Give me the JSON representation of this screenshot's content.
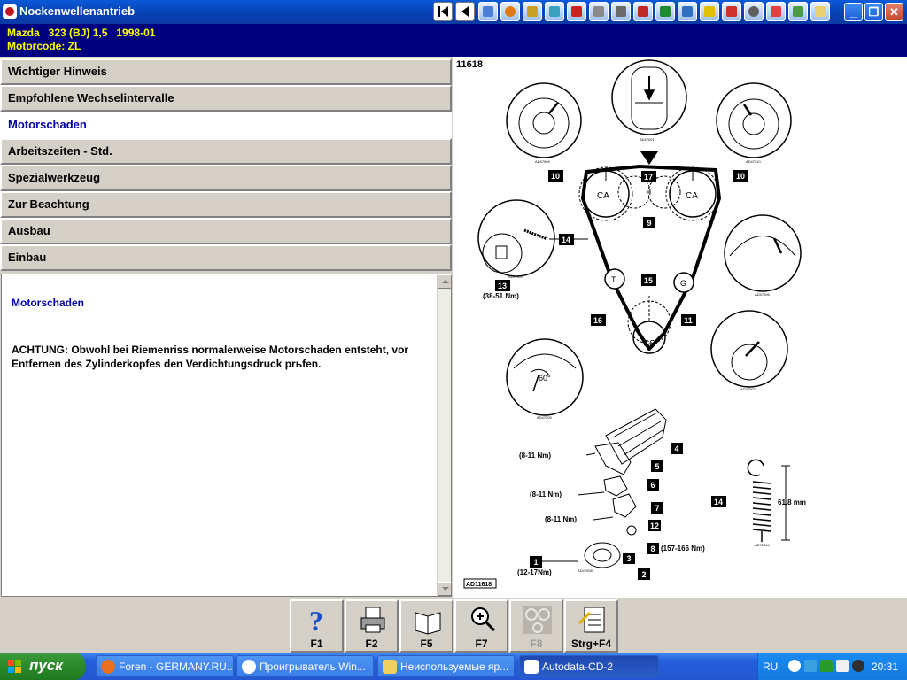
{
  "window": {
    "title": "Nockenwellenantrieb"
  },
  "vehicle": {
    "line1": "Mazda   323 (BJ) 1,5   1998-01",
    "line2": "Motorcode: ZL"
  },
  "menu": {
    "items": [
      {
        "label": "Wichtiger Hinweis"
      },
      {
        "label": "Empfohlene Wechselintervalle"
      },
      {
        "label": "Motorschaden"
      },
      {
        "label": "Arbeitszeiten - Std."
      },
      {
        "label": "Spezialwerkzeug"
      },
      {
        "label": "Zur Beachtung"
      },
      {
        "label": "Ausbau"
      },
      {
        "label": "Einbau"
      }
    ],
    "active_index": 2
  },
  "content": {
    "heading": "Motorschaden",
    "body": "ACHTUNG: Obwohl bei Riemenriss normalerweise Motorschaden entsteht, vor Entfernen des Zylinderkopfes den Verdichtungsdruck prьfen."
  },
  "diagram": {
    "number": "11618",
    "ref": "AD11618",
    "sprocket_labels": {
      "cam_left": "CA",
      "cam_right": "CA",
      "crank": "CS",
      "tensioner": "T",
      "idler": "G"
    },
    "callouts": {
      "c10": "10",
      "c17": "17",
      "c9": "9",
      "c14": "14",
      "c13": "13",
      "c15": "15",
      "c16": "16",
      "c11": "11",
      "c4": "4",
      "c5": "5",
      "c6": "6",
      "c7": "7",
      "c12": "12",
      "c8": "8",
      "c3": "3",
      "c2": "2",
      "c1": "1"
    },
    "torques": {
      "tensioner": "(38-51 Nm)",
      "cover_upper": "(8-11 Nm)",
      "cover_middle": "(8-11 Nm)",
      "cover_lower": "(8-11 Nm)",
      "crank_bolt": "(157-166 Nm)",
      "pulley_bolts": "(12-17Nm)"
    },
    "angle": "60°",
    "spring_length": "61,8 mm",
    "detail_refs": {
      "top": "AD47001",
      "left_top": "AD47009",
      "right_top": "AD47010",
      "tensioner": "AD47029",
      "right_mid": "AD47006",
      "crank": "AD47012",
      "left_bottom": "AD47005",
      "right_bottom": "AD47007",
      "cover": "AD47008",
      "spring": "AD72364"
    }
  },
  "function_keys": [
    {
      "label": "F1",
      "icon": "help-icon",
      "enabled": true
    },
    {
      "label": "F2",
      "icon": "printer-icon",
      "enabled": true
    },
    {
      "label": "F5",
      "icon": "book-icon",
      "enabled": true
    },
    {
      "label": "F7",
      "icon": "zoom-icon",
      "enabled": true
    },
    {
      "label": "F8",
      "icon": "belt-icon",
      "enabled": false
    },
    {
      "label": "Strg+F4",
      "icon": "notes-icon",
      "enabled": true
    }
  ],
  "taskbar": {
    "start_label": "пуск",
    "tasks": [
      {
        "label": "Foren - GERMANY.RU...",
        "icon": "firefox-icon"
      },
      {
        "label": "Проигрыватель Win...",
        "icon": "media-player-icon"
      },
      {
        "label": "Неиспользуемые яр...",
        "icon": "folder-icon"
      },
      {
        "label": "Autodata-CD-2",
        "icon": "autodata-icon",
        "active": true
      }
    ],
    "language": "RU",
    "clock": "20:31"
  },
  "colors": {
    "vehicle_bg": "#00007f",
    "vehicle_text": "#ffff00",
    "active_menu_text": "#0000aa",
    "titlebar": "#0a4fc8"
  }
}
